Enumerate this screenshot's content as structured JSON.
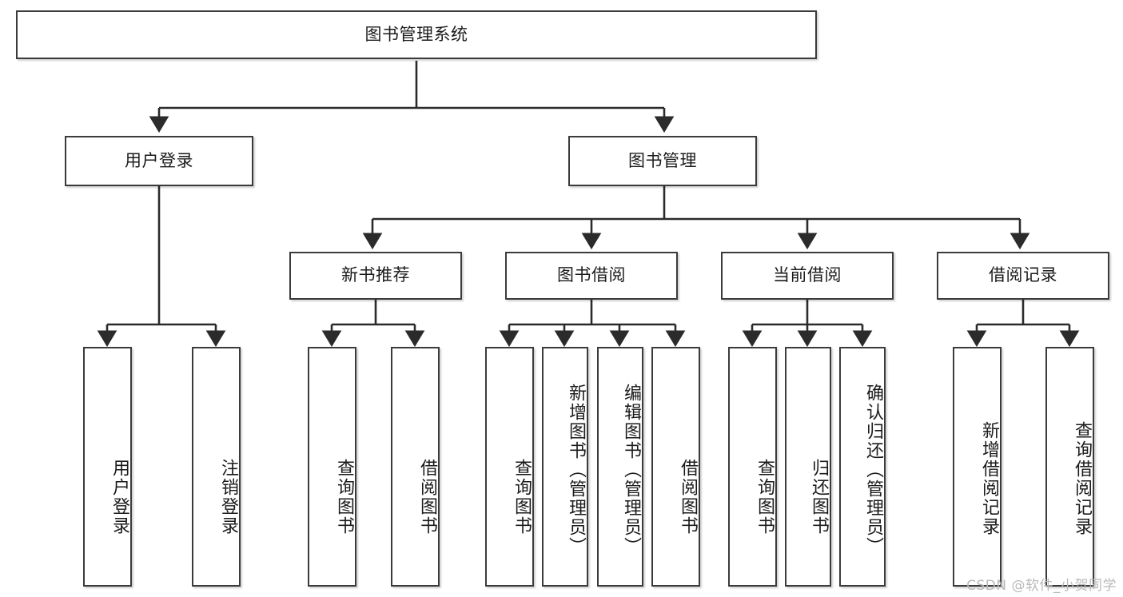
{
  "diagram": {
    "title": "图书管理系统",
    "type": "hierarchy-tree",
    "watermark": "CSDN @软件_小贺同学",
    "colors": {
      "box_border": "#3b3b3b",
      "box_fill": "#ffffff",
      "edge": "#2b2b2b",
      "text": "#1b1b1b",
      "watermark": "#b9b9b9"
    },
    "nodes": {
      "root": {
        "label": "图书管理系统"
      },
      "level2": [
        {
          "id": "user-login",
          "label": "用户登录"
        },
        {
          "id": "book-management",
          "label": "图书管理"
        }
      ],
      "level3": [
        {
          "id": "new-book-recommend",
          "label": "新书推荐"
        },
        {
          "id": "book-borrow",
          "label": "图书借阅"
        },
        {
          "id": "current-borrow",
          "label": "当前借阅"
        },
        {
          "id": "borrow-record",
          "label": "借阅记录"
        }
      ],
      "leaves": {
        "user-login": [
          {
            "id": "leaf-user-login",
            "label": "用户登录"
          },
          {
            "id": "leaf-user-logout",
            "label": "注销登录"
          }
        ],
        "new-book-recommend": [
          {
            "id": "leaf-query-book-1",
            "label": "查询图书"
          },
          {
            "id": "leaf-borrow-book-1",
            "label": "借阅图书"
          }
        ],
        "book-borrow": [
          {
            "id": "leaf-query-book-2",
            "label": "查询图书"
          },
          {
            "id": "leaf-add-book",
            "label": "新增图书（管理员）"
          },
          {
            "id": "leaf-edit-book",
            "label": "编辑图书（管理员）"
          },
          {
            "id": "leaf-borrow-book-2",
            "label": "借阅图书"
          }
        ],
        "current-borrow": [
          {
            "id": "leaf-query-book-3",
            "label": "查询图书"
          },
          {
            "id": "leaf-return-book",
            "label": "归还图书"
          },
          {
            "id": "leaf-confirm-return",
            "label": "确认归还（管理员）"
          }
        ],
        "borrow-record": [
          {
            "id": "leaf-add-record",
            "label": "新增借阅记录"
          },
          {
            "id": "leaf-query-record",
            "label": "查询借阅记录"
          }
        ]
      }
    }
  }
}
